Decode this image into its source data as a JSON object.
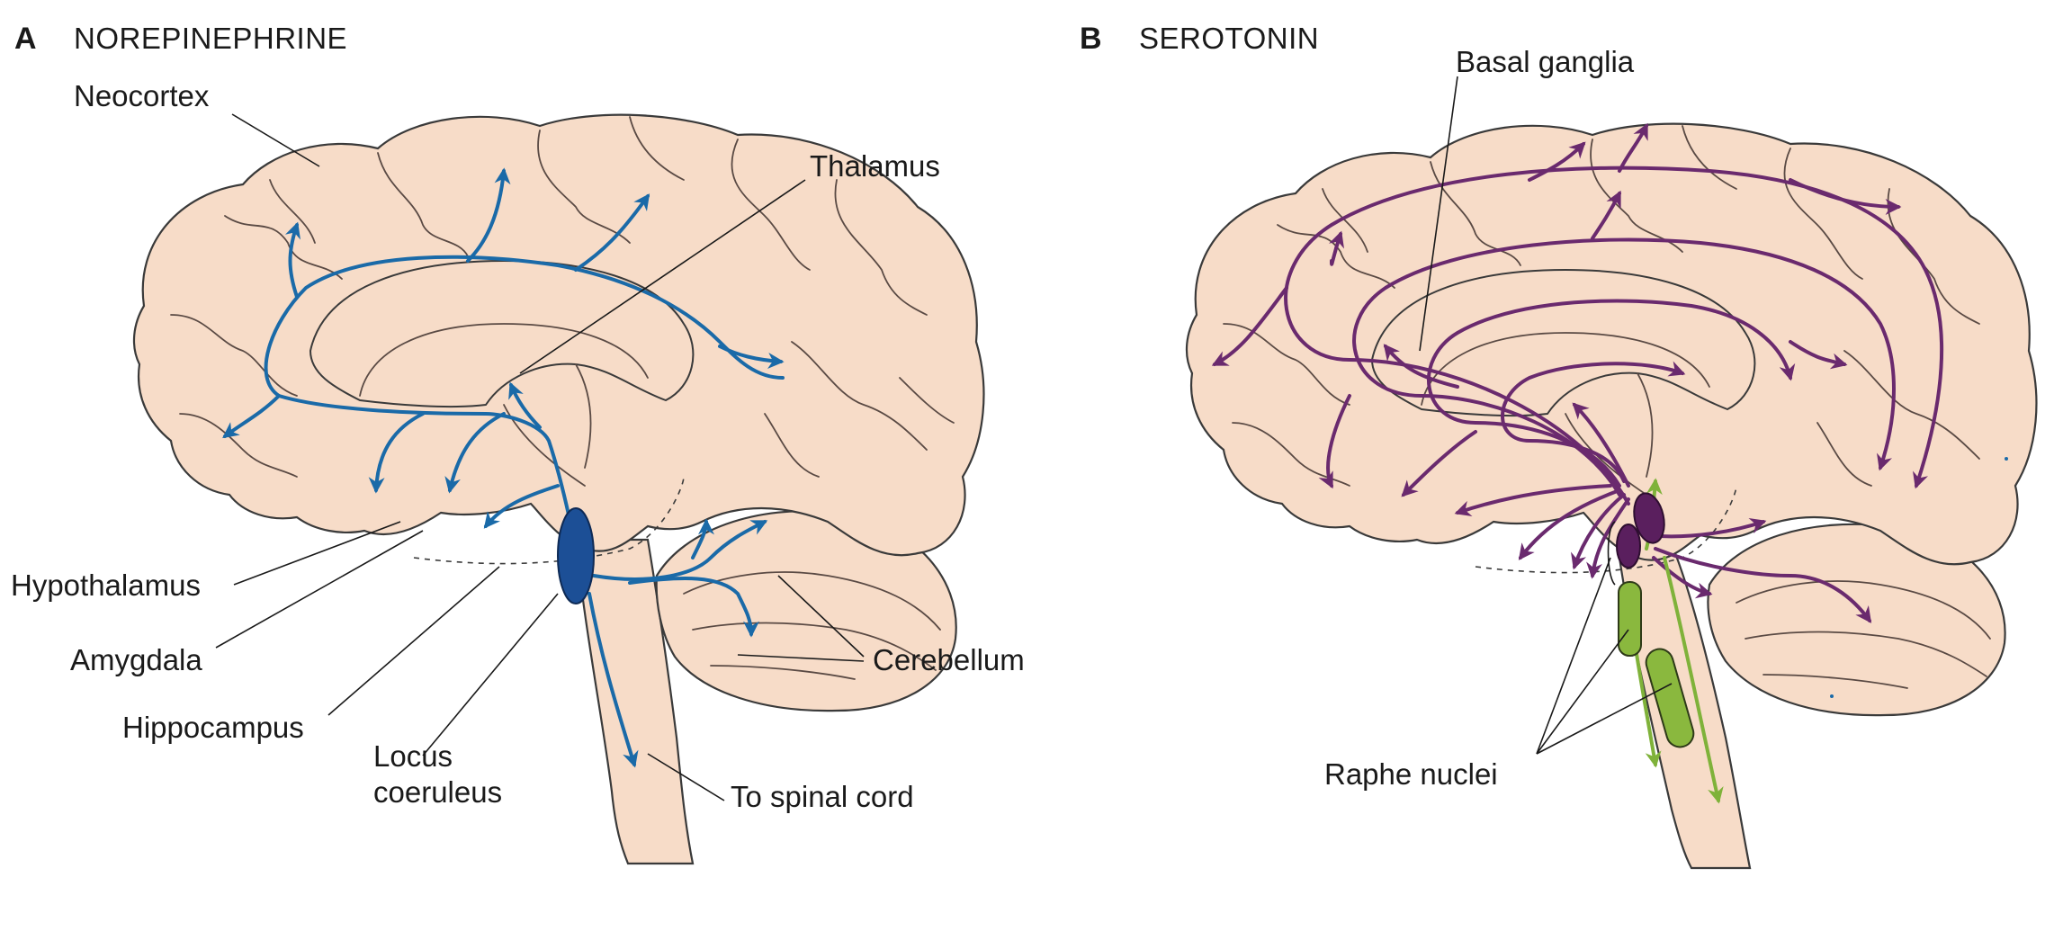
{
  "panel_a": {
    "letter": "A",
    "title": "NOREPINEPHRINE",
    "labels": {
      "neocortex": "Neocortex",
      "thalamus": "Thalamus",
      "hypothalamus": "Hypothalamus",
      "amygdala": "Amygdala",
      "hippocampus": "Hippocampus",
      "locus_line1": "Locus",
      "locus_line2": "coeruleus",
      "to_spinal_cord": "To spinal cord",
      "cerebellum": "Cerebellum"
    },
    "colors": {
      "pathway": "#1a6aa8",
      "nucleus": "#1c4f96"
    }
  },
  "panel_b": {
    "letter": "B",
    "title": "SEROTONIN",
    "labels": {
      "basal_ganglia": "Basal ganglia",
      "raphe_nuclei": "Raphe nuclei"
    },
    "colors": {
      "pathway": "#6a2a6e",
      "caudal_pathway": "#7fb23a",
      "nucleus_rostral": "#5a1f5e",
      "nucleus_caudal": "#8ab83e"
    }
  },
  "colors": {
    "brain_fill": "#f7dcc8",
    "outline": "#3a3a3a",
    "background": "#ffffff"
  }
}
